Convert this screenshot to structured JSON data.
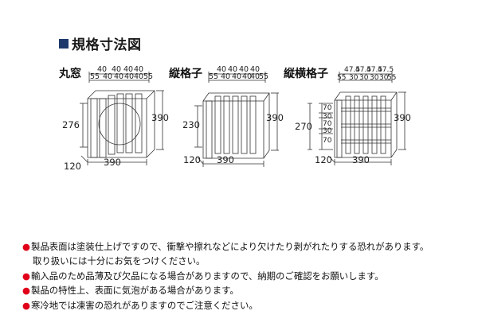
{
  "section": {
    "title": "規格寸法図"
  },
  "diagrams": [
    {
      "label": "丸窓",
      "top_dims": [
        "40",
        "40",
        "40",
        "40"
      ],
      "top_dims2": [
        "55",
        "40",
        "40",
        "40",
        "40",
        "55"
      ],
      "left_dim": "276",
      "right_dim": "390",
      "depth_dim": "120",
      "width_dim": "390"
    },
    {
      "label": "縦格子",
      "top_dims": [
        "40",
        "40",
        "40",
        "40"
      ],
      "top_dims2": [
        "55",
        "40",
        "40",
        "40",
        "40",
        "55"
      ],
      "left_dim": "230",
      "right_dim": "390",
      "depth_dim": "120",
      "width_dim": "390"
    },
    {
      "label": "縦横格子",
      "top_dims": [
        "47.5",
        "47.5",
        "47.5",
        "47.5"
      ],
      "top_dims2": [
        "55",
        "30",
        "30",
        "30",
        "30",
        "55"
      ],
      "left_outer_dim": "270",
      "left_inner_dims": [
        "70",
        "30",
        "70",
        "30",
        "70"
      ],
      "right_dim": "390",
      "depth_dim": "120",
      "width_dim": "390"
    }
  ],
  "notes": [
    {
      "bullet": "●",
      "text": "製品表面は塗装仕上げですので、衝撃や擦れなどにより欠けたり剥がれたりする恐れがあります。"
    },
    {
      "bullet": "",
      "text": "取り扱いには十分にお気をつけください。"
    },
    {
      "bullet": "●",
      "text": "輸入品のため品薄及び欠品になる場合がありますので、納期のご確認をお願いします。"
    },
    {
      "bullet": "●",
      "text": "製品の特性上、表面に気泡がある場合があります。"
    },
    {
      "bullet": "●",
      "text": "寒冷地では凍害の恐れがありますのでご注意ください。"
    }
  ],
  "colors": {
    "title_square": "#1e3a6d",
    "bullet": "#e0001a"
  }
}
